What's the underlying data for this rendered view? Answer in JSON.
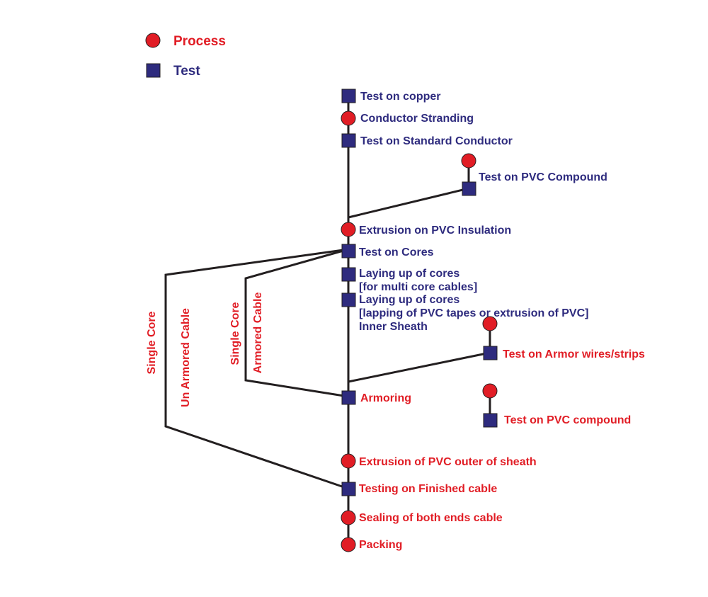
{
  "legend": {
    "process": "Process",
    "test": "Test"
  },
  "colors": {
    "process": "#e11d25",
    "test": "#2e2b7e",
    "line": "#231f20"
  },
  "steps": {
    "test_copper": "Test on copper",
    "conductor_stranding": "Conductor Stranding",
    "test_standard_conductor": "Test on Standard Conductor",
    "test_pvc_compound_1": "Test on PVC Compound",
    "extrusion_pvc_insulation": "Extrusion on PVC Insulation",
    "test_cores": "Test on Cores",
    "laying_up_1_line1": "Laying up of cores",
    "laying_up_1_line2": "[for multi core cables]",
    "laying_up_2_line1": "Laying up of cores",
    "laying_up_2_line2": "[lapping of PVC tapes or extrusion of PVC]",
    "laying_up_2_line3": "Inner Sheath",
    "test_armor": "Test on Armor wires/strips",
    "armoring": "Armoring",
    "test_pvc_compound_2": "Test on PVC compound",
    "extrusion_outer_sheath": "Extrusion of PVC outer of sheath",
    "testing_finished": "Testing on Finished cable",
    "sealing": "Sealing of both ends cable",
    "packing": "Packing"
  },
  "branches": {
    "single_core_outer": "Single Core",
    "un_armored": "Un Armored Cable",
    "single_core_inner": "Single Core",
    "armored": "Armored Cable"
  }
}
